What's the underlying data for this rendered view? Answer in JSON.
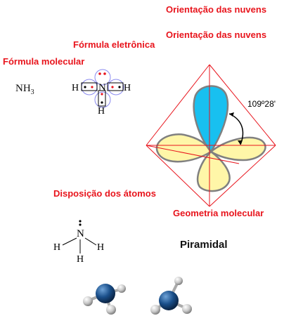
{
  "titles": {
    "orientation_primary": "Orientação das nuvens",
    "orientation_secondary": "Orientação das nuvens"
  },
  "molecular_formula": {
    "label": "Fórmula molecular",
    "value_symbol": "NH",
    "value_subscript": "3"
  },
  "electronic_formula": {
    "label": "Fórmula eletrônica",
    "central_atom": "N",
    "hydrogen": "H"
  },
  "atom_arrangement": {
    "label": "Disposição dos átomos",
    "central_atom": "N",
    "hydrogen": "H"
  },
  "geometry": {
    "label": "Geometria molecular",
    "shape": "Piramidal",
    "bond_angle": "109º28'"
  },
  "colors": {
    "label_red": "#e8141c",
    "lone_pair_lobe": "#18c0f0",
    "bond_lobe": "#fff6a8",
    "pyramid_lines": "#e8141c",
    "nitrogen_ball": "#1a4f8a",
    "hydrogen_ball": "#c8c8c8"
  }
}
